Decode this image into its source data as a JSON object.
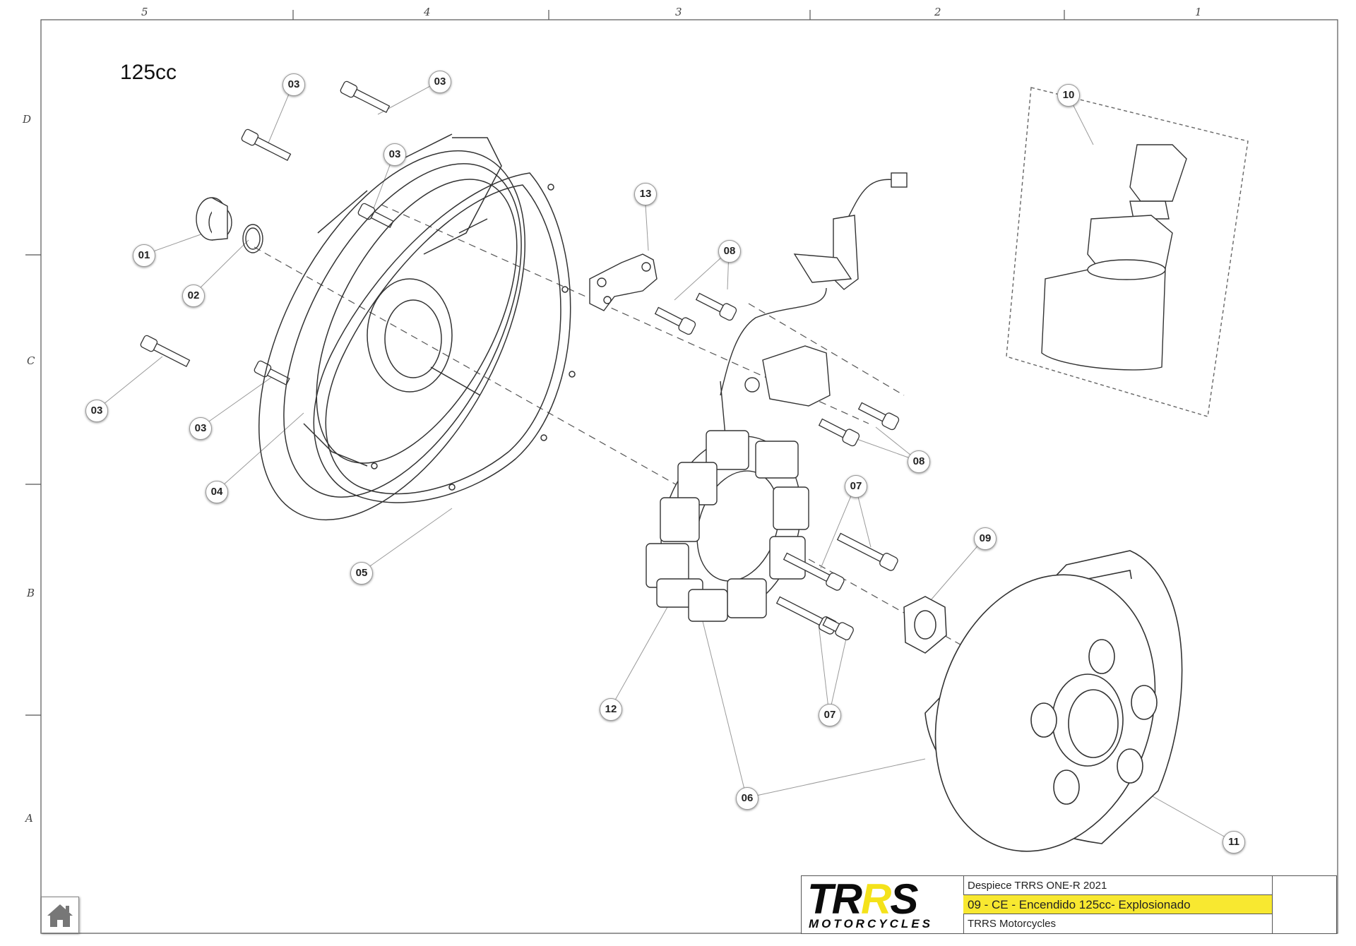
{
  "sheet": {
    "column_labels": [
      "5",
      "4",
      "3",
      "2",
      "1"
    ],
    "row_labels": [
      "D",
      "C",
      "B",
      "A"
    ],
    "variant_label": "125cc"
  },
  "callouts": {
    "p01": "01",
    "p02": "02",
    "p03a": "03",
    "p03b": "03",
    "p03c": "03",
    "p03d": "03",
    "p03e": "03",
    "p04": "04",
    "p05": "05",
    "p06": "06",
    "p07a": "07",
    "p07b": "07",
    "p08a": "08",
    "p08b": "08",
    "p09": "09",
    "p10": "10",
    "p11": "11",
    "p12": "12",
    "p13": "13"
  },
  "title_block": {
    "logo_main_left": "TR",
    "logo_main_accent": "R",
    "logo_main_right": "S",
    "logo_sub": "MOTORCYCLES",
    "document": "Despiece TRRS ONE-R  2021",
    "section": "09 - CE - Encendido 125cc- Explosionado",
    "company": "TRRS Motorcycles"
  },
  "colors": {
    "accent_yellow": "#f8e830",
    "line": "#333333"
  },
  "icons": {
    "home": "home-icon",
    "emblem": "trrs-shield-icon"
  }
}
